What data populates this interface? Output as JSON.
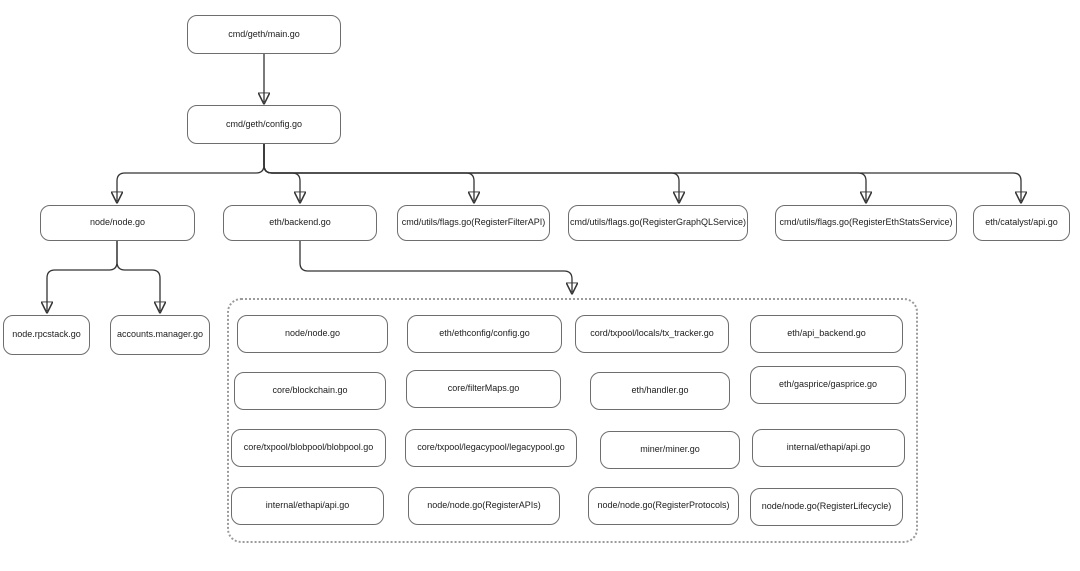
{
  "nodes": {
    "main": "cmd/geth/main.go",
    "config": "cmd/geth/config.go",
    "node_node": "node/node.go",
    "eth_backend": "eth/backend.go",
    "flags_filter": "cmd/utils/flags.go(RegisterFilterAPI)",
    "flags_graphql": "cmd/utils/flags.go(RegisterGraphQLService)",
    "flags_ethstats": "cmd/utils/flags.go(RegisterEthStatsService)",
    "catalyst": "eth/catalyst/api.go",
    "rpcstack": "node.rpcstack.go",
    "accounts_manager": "accounts.manager.go",
    "dep_node_node": "node/node.go",
    "dep_ethconfig": "eth/ethconfig/config.go",
    "dep_tx_tracker": "cord/txpool/locals/tx_tracker.go",
    "dep_api_backend": "eth/api_backend.go",
    "dep_blockchain": "core/blockchain.go",
    "dep_filtermaps": "core/filterMaps.go",
    "dep_handler": "eth/handler.go",
    "dep_gasprice": "eth/gasprice/gasprice.go",
    "dep_blobpool": "core/txpool/blobpool/blobpool.go",
    "dep_legacypool": "core/txpool/legacypool/legacypool.go",
    "dep_miner": "miner/miner.go",
    "dep_ethapi_api": "internal/ethapi/api.go",
    "dep_ethapi_api_2": "internal/ethapi/api.go",
    "dep_register_apis": "node/node.go(RegisterAPIs)",
    "dep_register_protocols": "node/node.go(RegisterProtocols)",
    "dep_register_lifecycle": "node/node.go(RegisterLifecycle)"
  },
  "edges": [
    {
      "from": "main",
      "to": "config"
    },
    {
      "from": "config",
      "to": "node_node"
    },
    {
      "from": "config",
      "to": "eth_backend"
    },
    {
      "from": "config",
      "to": "flags_filter"
    },
    {
      "from": "config",
      "to": "flags_graphql"
    },
    {
      "from": "config",
      "to": "flags_ethstats"
    },
    {
      "from": "config",
      "to": "catalyst"
    },
    {
      "from": "node_node",
      "to": "rpcstack"
    },
    {
      "from": "node_node",
      "to": "accounts_manager"
    },
    {
      "from": "eth_backend",
      "to": "dependencies_group"
    }
  ],
  "group": {
    "id": "dependencies_group",
    "member_ids": [
      "dep_node_node",
      "dep_ethconfig",
      "dep_tx_tracker",
      "dep_api_backend",
      "dep_blockchain",
      "dep_filtermaps",
      "dep_handler",
      "dep_gasprice",
      "dep_blobpool",
      "dep_legacypool",
      "dep_miner",
      "dep_ethapi_api",
      "dep_ethapi_api_2",
      "dep_register_apis",
      "dep_register_protocols",
      "dep_register_lifecycle"
    ]
  },
  "colors": {
    "background": "#ffffff",
    "node_border": "#6e6e6e",
    "node_fill": "#ffffff",
    "edge": "#333333",
    "arrowhead": "#111111",
    "container_border": "#9b9b9b",
    "text": "#1c1c1c"
  }
}
